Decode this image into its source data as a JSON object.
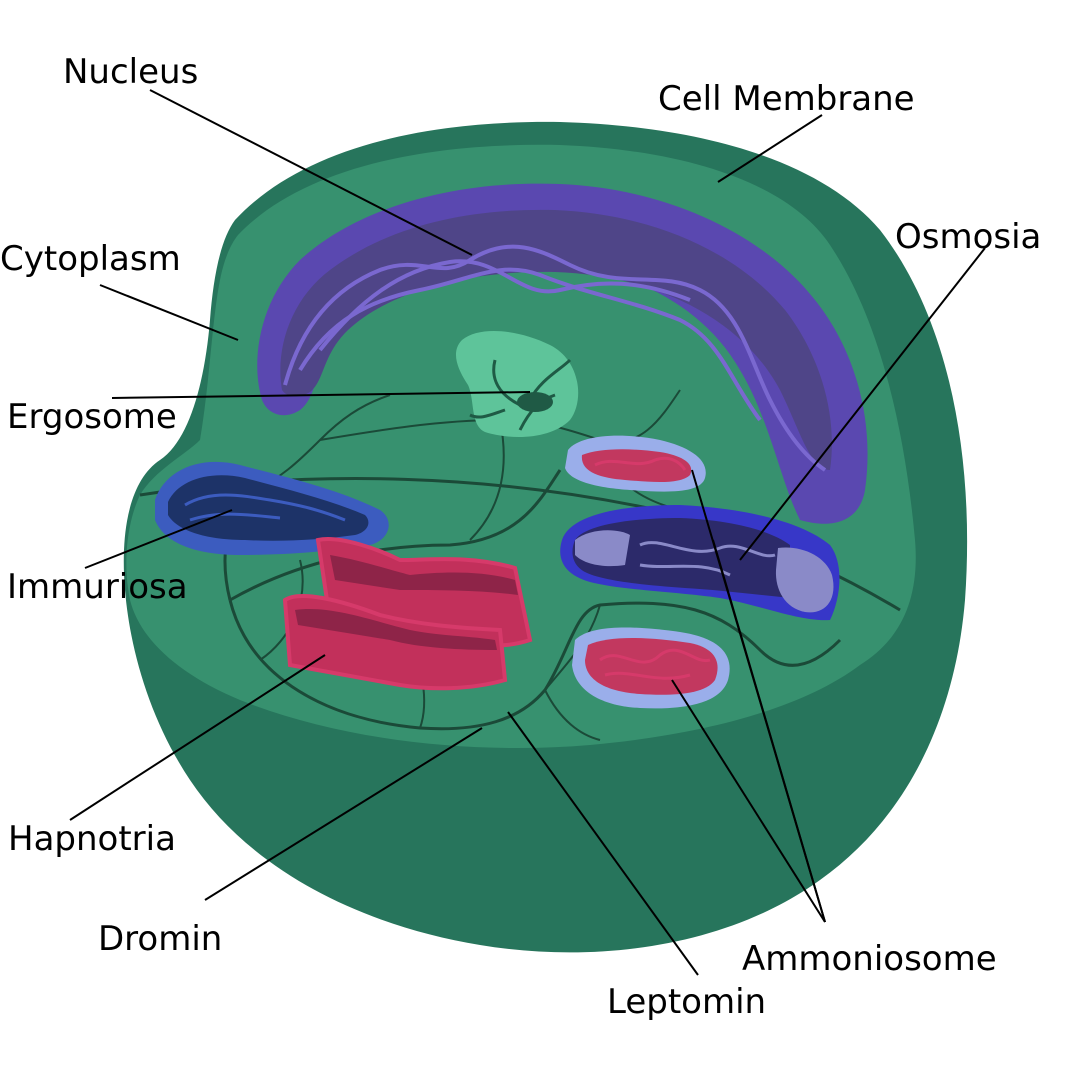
{
  "labels": {
    "nucleus": "Nucleus",
    "cell_membrane": "Cell Membrane",
    "cytoplasm": "Cytoplasm",
    "osmosia": "Osmosia",
    "ergosome": "Ergosome",
    "immuriosa": "Immuriosa",
    "hapnotria": "Hapnotria",
    "dromin": "Dromin",
    "leptomin": "Leptomin",
    "ammoniosome": "Ammoniosome"
  },
  "colors": {
    "background": "#ffffff",
    "membrane": "#27755c",
    "cytoplasm": "#37916f",
    "nucleus_outer": "#5a48b0",
    "nucleus_inner": "#4f4588",
    "chromatin": "#7a68d0",
    "ergosome_halo": "#5ec49a",
    "ergosome": "#1f5a45",
    "immuriosa_outer": "#3c5cbf",
    "immuriosa_inner": "#1d3368",
    "hapnotria": "#c2305b",
    "hapnotria_edge": "#d63a6a",
    "ammoniosome_halo": "#9aaeea",
    "ammoniosome": "#c2385f",
    "osmosia_outer": "#3737c8",
    "osmosia_inner": "#2c2a6a",
    "osmosia_end": "#8a8ac8",
    "network": "#1b4a38",
    "leader_line": "#000000"
  }
}
